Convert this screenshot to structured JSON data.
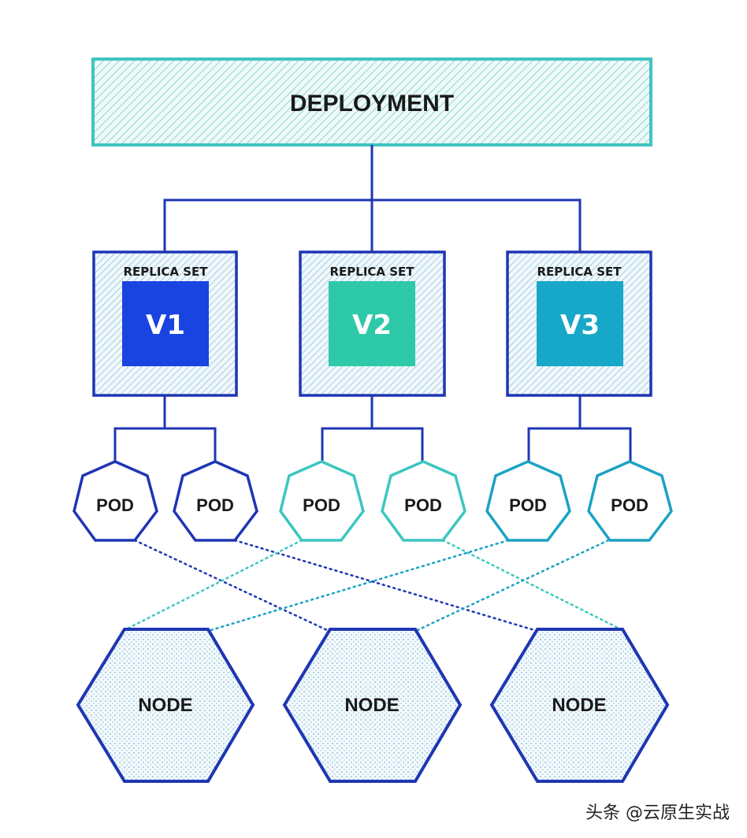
{
  "deployment": {
    "label": "DEPLOYMENT"
  },
  "replica_sets": [
    {
      "label": "REPLICA SET",
      "version": "V1",
      "color": "#1a44e0"
    },
    {
      "label": "REPLICA SET",
      "version": "V2",
      "color": "#2ec9a9"
    },
    {
      "label": "REPLICA SET",
      "version": "V3",
      "color": "#17a7c8"
    }
  ],
  "pods": [
    {
      "label": "POD",
      "stroke": "#1f36b3"
    },
    {
      "label": "POD",
      "stroke": "#1f36b3"
    },
    {
      "label": "POD",
      "stroke": "#3cc6c0"
    },
    {
      "label": "POD",
      "stroke": "#3cc6c0"
    },
    {
      "label": "POD",
      "stroke": "#1ba2c4"
    },
    {
      "label": "POD",
      "stroke": "#1ba2c4"
    }
  ],
  "nodes": [
    {
      "label": "NODE"
    },
    {
      "label": "NODE"
    },
    {
      "label": "NODE"
    }
  ],
  "colors": {
    "deployment_stroke": "#40c4c0",
    "deployment_hatch": "#55c7c2",
    "connector": "#1f36b3",
    "frame_stroke": "#1f36b3",
    "frame_hatch": "#5ab5d0",
    "node_stroke": "#1f36b3"
  },
  "watermark": "头条 @云原生实战"
}
